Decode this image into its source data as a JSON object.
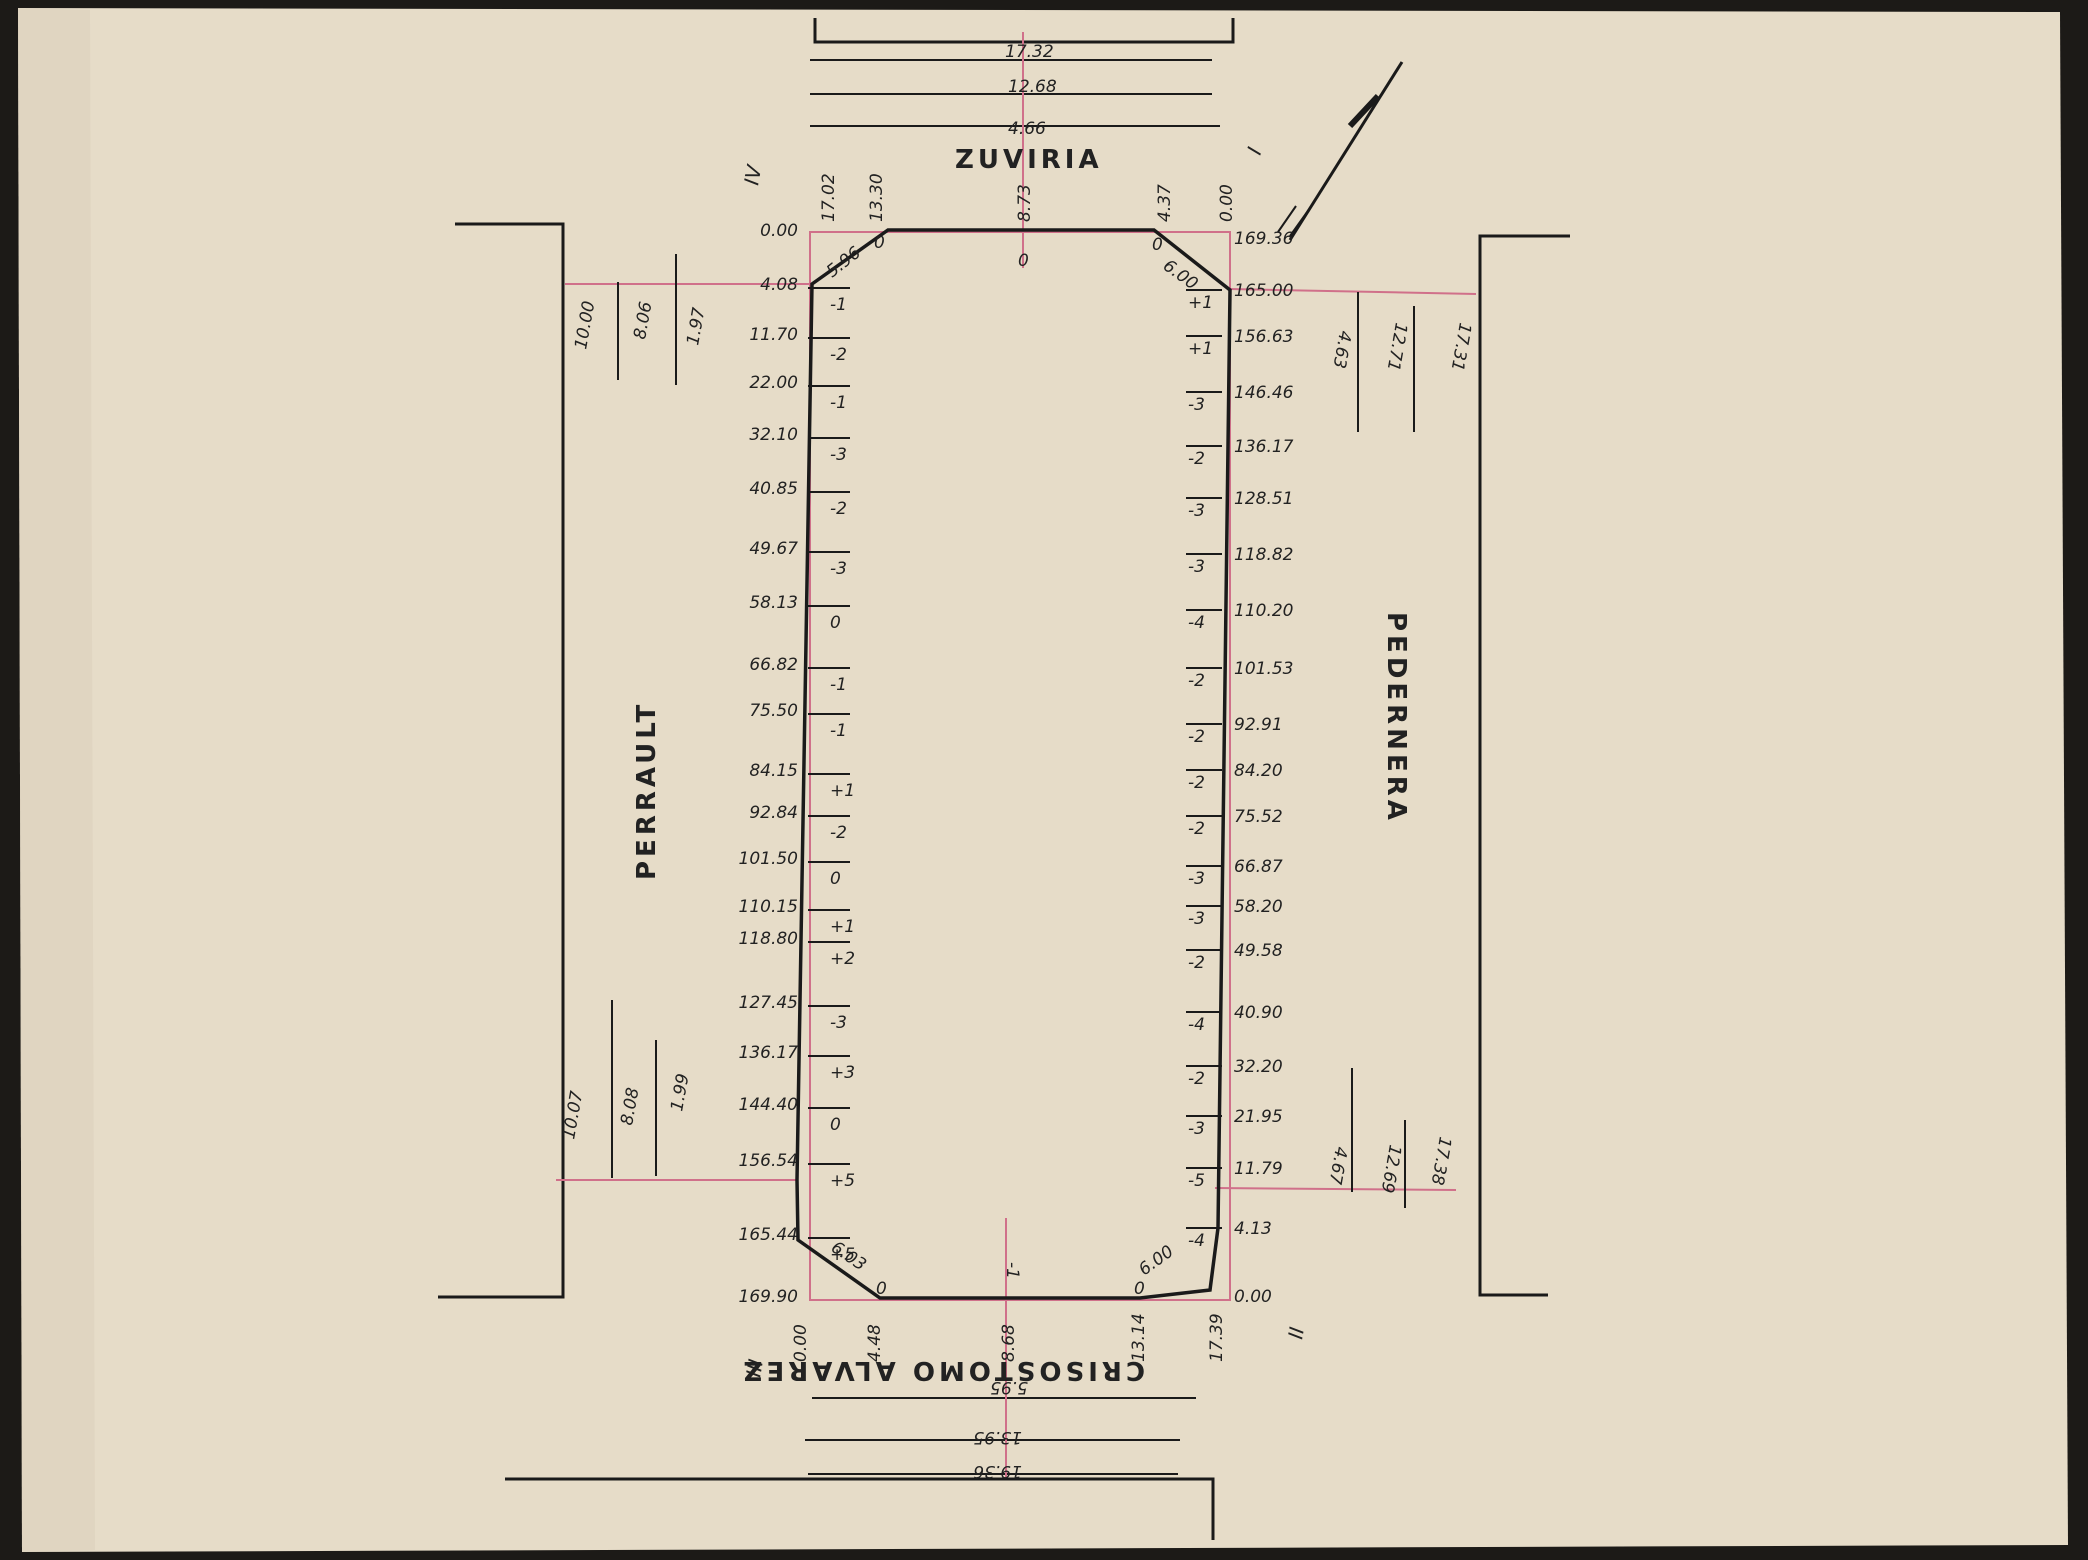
{
  "streets": {
    "top": "ZUVIRIA",
    "left": "PERRAULT",
    "right": "PEDERNERA",
    "bottom": "CRISOSTOMO ALVAREZ"
  },
  "corners": {
    "top_left": "IV",
    "top_right": "I",
    "bottom_left": "III",
    "bottom_right": "II"
  },
  "top_widths": [
    "17.32",
    "12.68",
    "4.66"
  ],
  "bottom_widths": [
    "5.95",
    "13.95",
    "19.36"
  ],
  "top_stations": [
    "17.02",
    "13.30",
    "8.73",
    "4.37",
    "0.00"
  ],
  "bottom_stations": [
    "0.00",
    "4.48",
    "8.68",
    "13.14",
    "17.39"
  ],
  "top_centre_level": "0",
  "bottom_centre_level": "-1",
  "left_top_widths": [
    "10.00",
    "8.06",
    "1.97"
  ],
  "left_bottom_widths": [
    "10.07",
    "8.08",
    "1.99"
  ],
  "right_top_widths": [
    "4.63",
    "12.71",
    "17.31"
  ],
  "right_bottom_widths": [
    "4.67",
    "12.69",
    "17.38"
  ],
  "chamfers": {
    "tl_len": "5.96",
    "tr_len": "6.00",
    "bl_len": "6.03",
    "br_len": "6.00",
    "tl_level": "0",
    "tr_level": "0",
    "bl_level": "0",
    "br_level": "0"
  },
  "left_side": [
    {
      "d": "0.00",
      "lv": ""
    },
    {
      "d": "4.08",
      "lv": "-1"
    },
    {
      "d": "11.70",
      "lv": "-2"
    },
    {
      "d": "22.00",
      "lv": "-1"
    },
    {
      "d": "32.10",
      "lv": "-3"
    },
    {
      "d": "40.85",
      "lv": "-2"
    },
    {
      "d": "49.67",
      "lv": "-3"
    },
    {
      "d": "58.13",
      "lv": "0"
    },
    {
      "d": "66.82",
      "lv": "-1"
    },
    {
      "d": "75.50",
      "lv": "-1"
    },
    {
      "d": "84.15",
      "lv": "+1"
    },
    {
      "d": "92.84",
      "lv": "-2"
    },
    {
      "d": "101.50",
      "lv": "0"
    },
    {
      "d": "110.15",
      "lv": "+1"
    },
    {
      "d": "118.80",
      "lv": "+2"
    },
    {
      "d": "127.45",
      "lv": "-3"
    },
    {
      "d": "136.17",
      "lv": "+3"
    },
    {
      "d": "144.40",
      "lv": "0"
    },
    {
      "d": "156.54",
      "lv": "+5"
    },
    {
      "d": "165.44",
      "lv": "+5"
    },
    {
      "d": "169.90",
      "lv": ""
    }
  ],
  "right_side": [
    {
      "d": "169.36",
      "lv": ""
    },
    {
      "d": "165.00",
      "lv": "+1"
    },
    {
      "d": "156.63",
      "lv": "+1"
    },
    {
      "d": "146.46",
      "lv": "-3"
    },
    {
      "d": "136.17",
      "lv": "-2"
    },
    {
      "d": "128.51",
      "lv": "-3"
    },
    {
      "d": "118.82",
      "lv": "-3"
    },
    {
      "d": "110.20",
      "lv": "-4"
    },
    {
      "d": "101.53",
      "lv": "-2"
    },
    {
      "d": "92.91",
      "lv": "-2"
    },
    {
      "d": "84.20",
      "lv": "-2"
    },
    {
      "d": "75.52",
      "lv": "-2"
    },
    {
      "d": "66.87",
      "lv": "-3"
    },
    {
      "d": "58.20",
      "lv": "-3"
    },
    {
      "d": "49.58",
      "lv": "-2"
    },
    {
      "d": "40.90",
      "lv": "-4"
    },
    {
      "d": "32.20",
      "lv": "-2"
    },
    {
      "d": "21.95",
      "lv": "-3"
    },
    {
      "d": "11.79",
      "lv": "-5"
    },
    {
      "d": "4.13",
      "lv": "-4"
    },
    {
      "d": "0.00",
      "lv": ""
    }
  ],
  "colors": {
    "paper": "#e6dcc8",
    "ink": "#1a1a1a",
    "redline": "#d0708a"
  }
}
